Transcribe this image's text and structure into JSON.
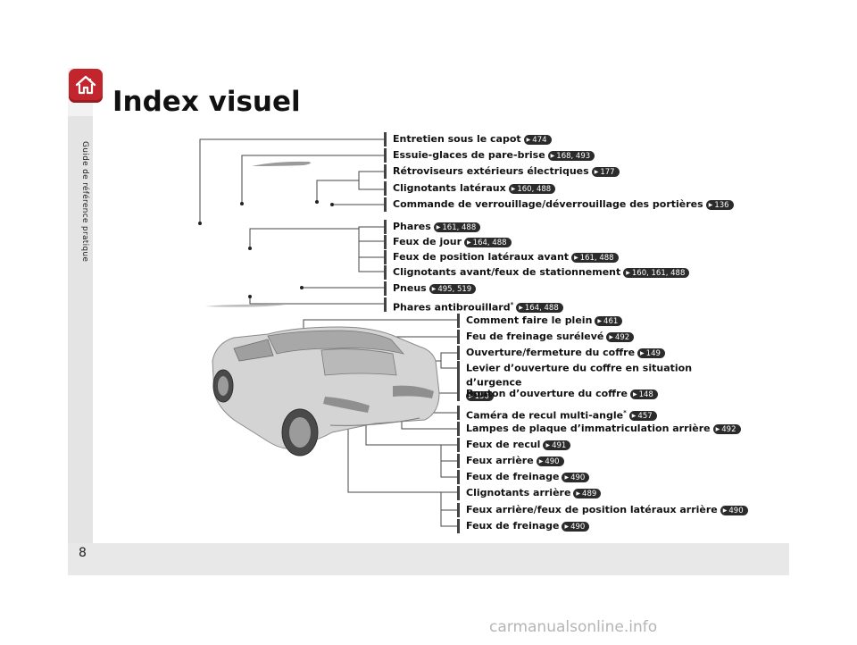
{
  "sidebar": {
    "section_label": "Guide de référence pratique"
  },
  "header": {
    "title": "Index visuel"
  },
  "footer": {
    "page_number": "8"
  },
  "front_callouts": [
    {
      "label": "Entretien sous le capot",
      "ref": "474"
    },
    {
      "label": "Essuie-glaces de pare-brise",
      "ref": "168, 493"
    },
    {
      "label": "Rétroviseurs extérieurs électriques",
      "ref": "177"
    },
    {
      "label": "Clignotants latéraux",
      "ref": "160, 488"
    },
    {
      "label": "Commande de verrouillage/déverrouillage des portières",
      "ref": "136"
    },
    {
      "label": "Phares",
      "ref": "161, 488"
    },
    {
      "label": "Feux de jour",
      "ref": "164, 488"
    },
    {
      "label": "Feux de position latéraux avant",
      "ref": "161, 488"
    },
    {
      "label": "Clignotants avant/feux de stationnement",
      "ref": "160, 161, 488"
    },
    {
      "label": "Pneus",
      "ref": "495, 519"
    },
    {
      "label": "Phares antibrouillard",
      "ref": "164, 488",
      "asterisk": "*"
    }
  ],
  "rear_callouts": [
    {
      "label": "Comment faire le plein",
      "ref": "461"
    },
    {
      "label": "Feu de freinage surélevé",
      "ref": "492"
    },
    {
      "label": "Ouverture/fermeture du coffre",
      "ref": "149"
    },
    {
      "label": "Levier d’ouverture du coffre en situation d’urgence",
      "ref": "150"
    },
    {
      "label": "Bouton d’ouverture du coffre",
      "ref": "148"
    },
    {
      "label": "Caméra de recul multi-angle",
      "ref": "457",
      "asterisk": "*"
    },
    {
      "label": "Lampes de plaque d’immatriculation arrière",
      "ref": "492"
    },
    {
      "label": "Feux de recul",
      "ref": "491"
    },
    {
      "label": "Feux arrière",
      "ref": "490"
    },
    {
      "label": "Feux de freinage",
      "ref": "490"
    },
    {
      "label": "Clignotants arrière",
      "ref": "489"
    },
    {
      "label": "Feux arrière/feux de position latéraux arrière",
      "ref": "490"
    },
    {
      "label": "Feux de freinage",
      "ref": "490"
    }
  ],
  "watermark": "carmanualsonline.info",
  "icons": {
    "home": "home-icon",
    "ref_arrow": "play-arrow-icon"
  },
  "colors": {
    "home_button": "#c2252c",
    "ref_badge": "#2b2b2b"
  }
}
